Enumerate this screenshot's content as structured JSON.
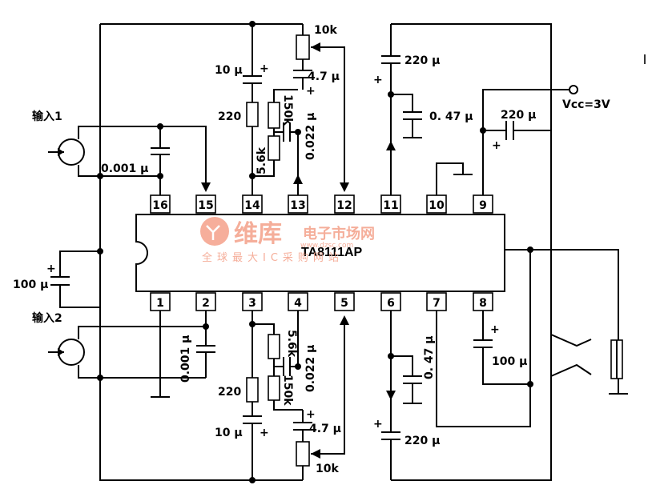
{
  "chip": {
    "part": "TA8111AP"
  },
  "pins_top": [
    "16",
    "15",
    "14",
    "13",
    "12",
    "11",
    "10",
    "9"
  ],
  "pins_bottom": [
    "1",
    "2",
    "3",
    "4",
    "5",
    "6",
    "7",
    "8"
  ],
  "labels": {
    "input1": "输入1",
    "input2": "输入2",
    "vcc": "Vcc=3V",
    "pot_top": "10k",
    "pot_bottom": "10k",
    "c_10u_top": "10 μ",
    "c_10u_bottom": "10 μ",
    "r_220_top": "220",
    "r_220_bottom": "220",
    "r_56k_top": "5.6k",
    "r_56k_bottom": "5.6k",
    "r_150k_top": "150k",
    "r_150k_bottom": "150k",
    "c_0022_top": "0.022 μ",
    "c_0022_bottom": "0.022 μ",
    "c_47u_top": "4.7 μ",
    "c_47u_bottom": "4.7 μ",
    "c_0001_top": "0.001 μ",
    "c_0001_bottom": "0.001 μ",
    "c_100u_left": "100 μ",
    "c_100u_right": "100 μ",
    "c_220u_top": "220 μ",
    "c_220u_bottom": "220 μ",
    "c_220u_vcc": "220 μ",
    "c_047_top": "0. 47 μ",
    "c_047_bottom": "0. 47 μ",
    "plus": "+"
  },
  "watermark": {
    "brand": "维库",
    "site": "电子市场网",
    "url": "www.dzsc.com",
    "slogan": "全球最大IC采购网站"
  }
}
